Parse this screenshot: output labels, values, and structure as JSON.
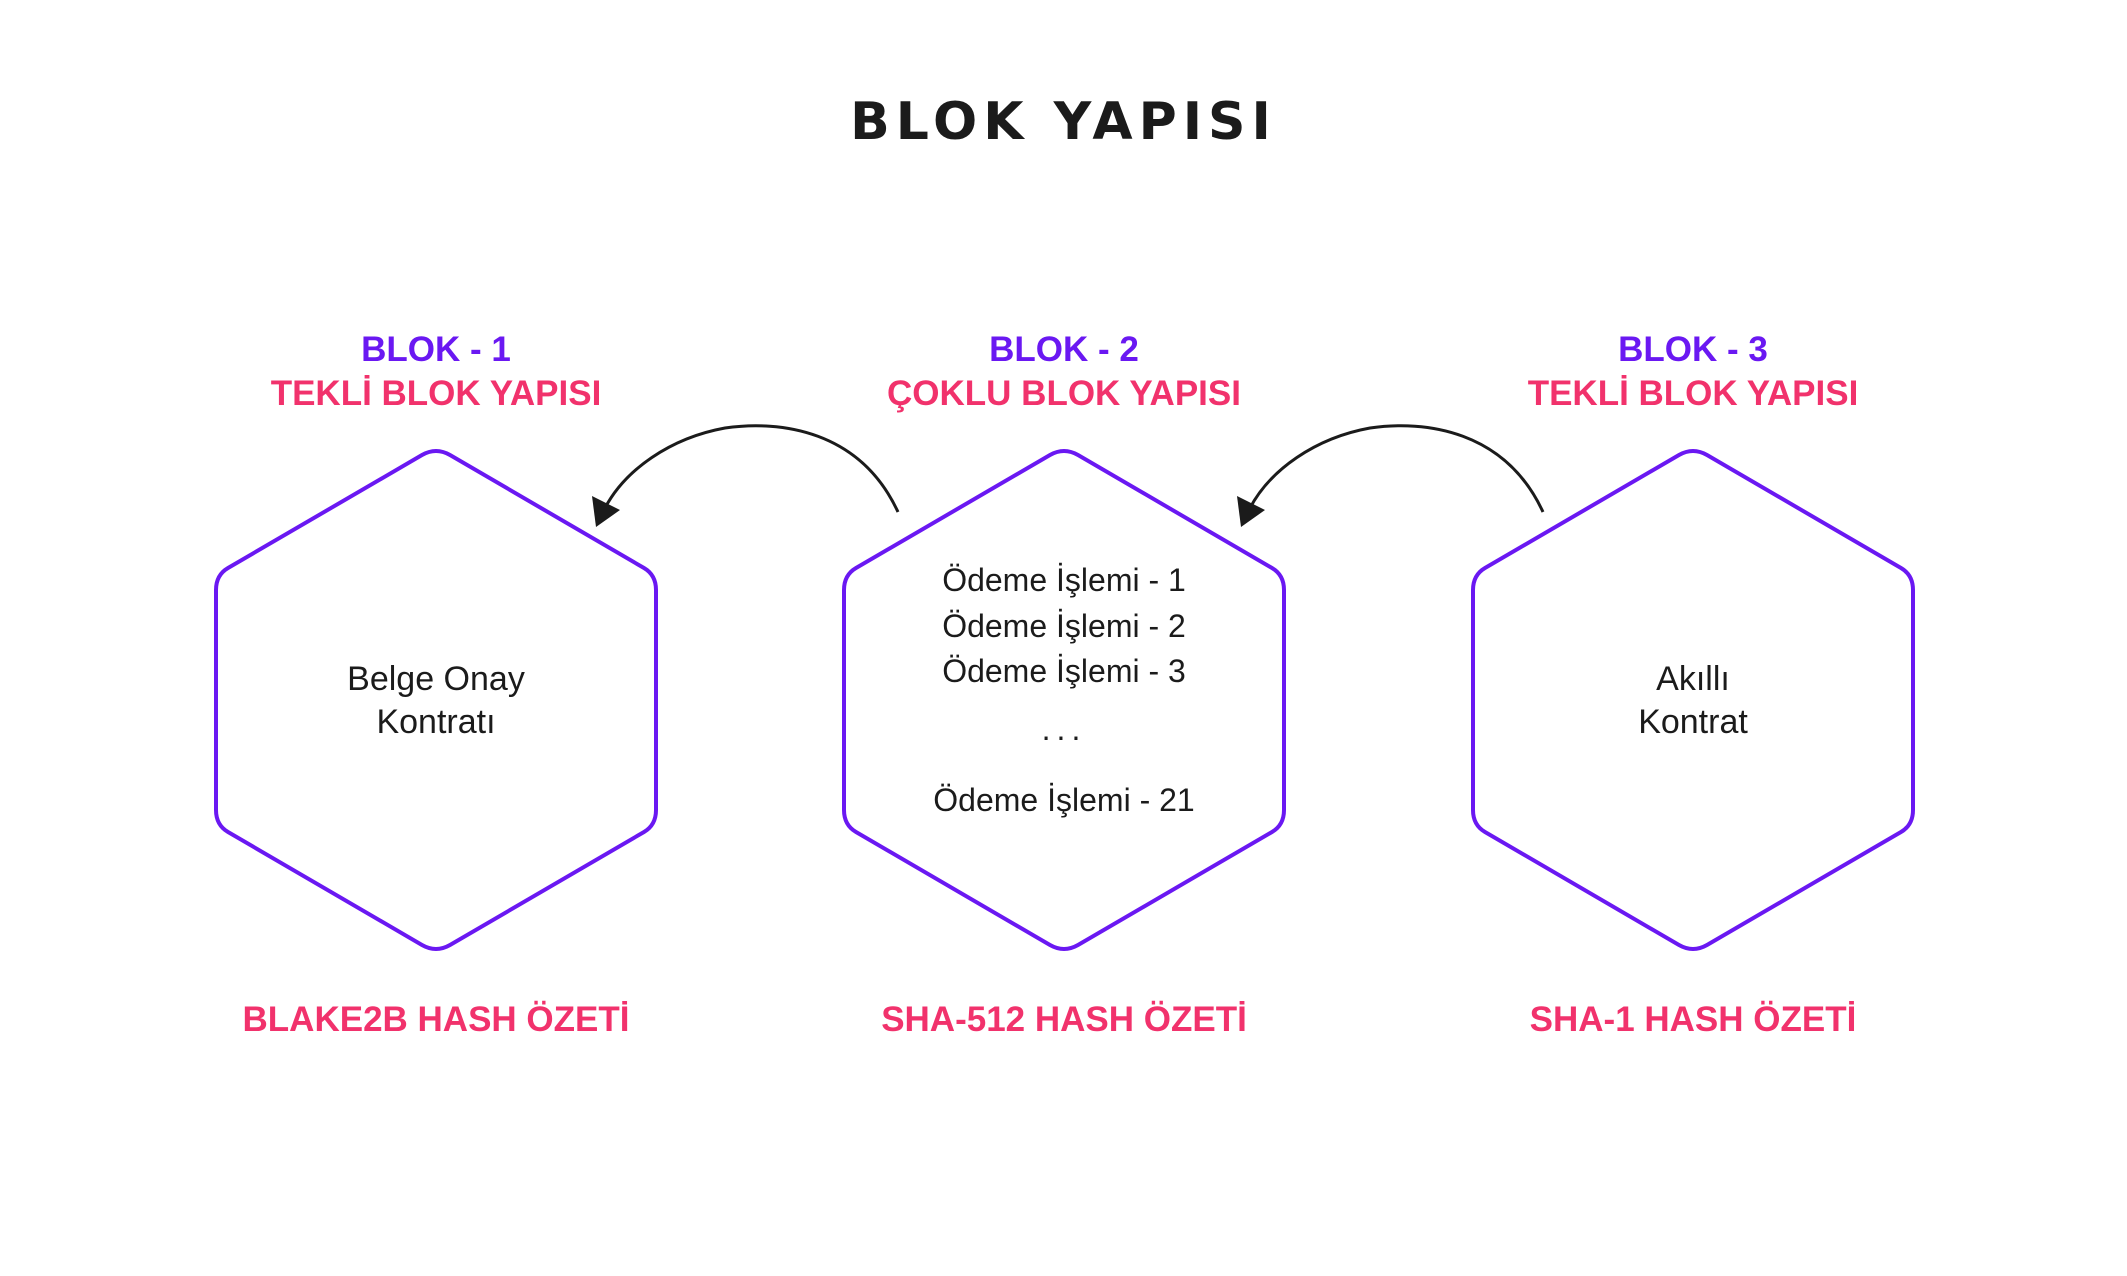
{
  "title": "BLOK YAPISI",
  "colors": {
    "accent_purple": "#6a18f2",
    "accent_pink": "#f1326c",
    "text_dark": "#1b1b1b"
  },
  "blocks": [
    {
      "name": "BLOK - 1",
      "type": "TEKLİ BLOK YAPISI",
      "content": [
        "Belge Onay",
        "Kontratı"
      ],
      "hash": "BLAKE2B HASH ÖZETİ"
    },
    {
      "name": "BLOK - 2",
      "type": "ÇOKLU BLOK YAPISI",
      "content": [
        "Ödeme İşlemi - 1",
        "Ödeme İşlemi - 2",
        "Ödeme İşlemi - 3"
      ],
      "ellipsis": "...",
      "content_last": "Ödeme İşlemi - 21",
      "hash": "SHA-512 HASH ÖZETİ"
    },
    {
      "name": "BLOK - 3",
      "type": "TEKLİ BLOK YAPISI",
      "content": [
        "Akıllı",
        "Kontrat"
      ],
      "hash": "SHA-1 HASH ÖZETİ"
    }
  ]
}
